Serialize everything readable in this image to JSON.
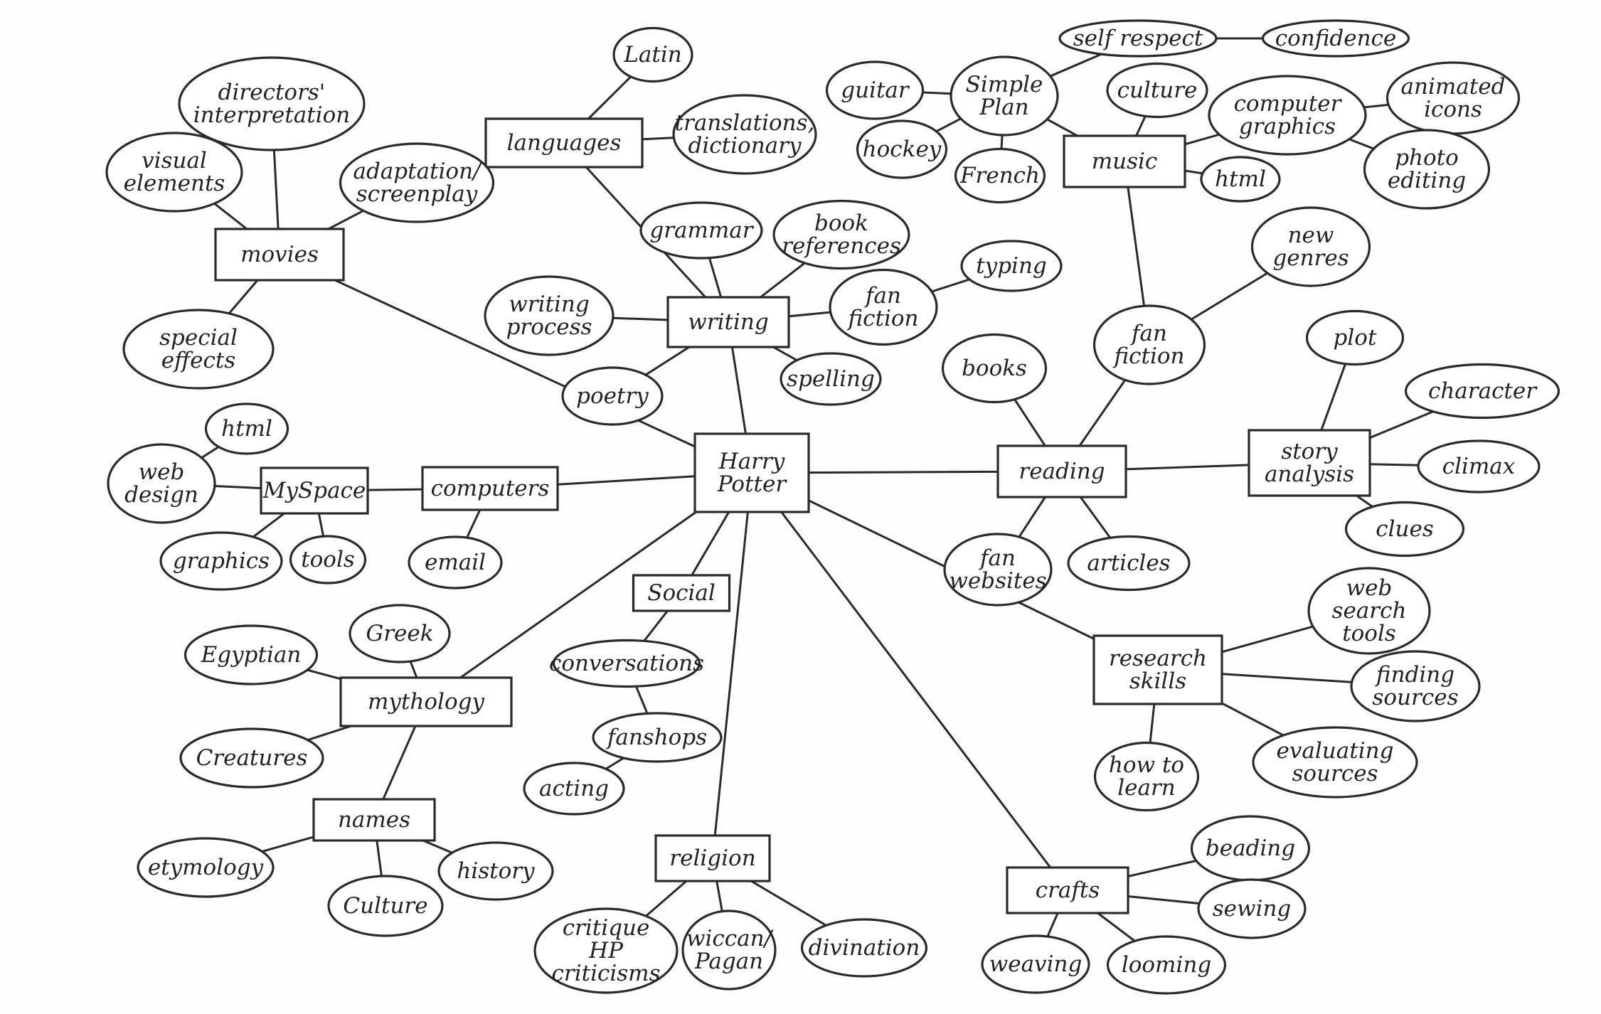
{
  "nodes": [
    {
      "id": "harry",
      "kind": "box",
      "lines": [
        "Harry",
        "Potter"
      ]
    },
    {
      "id": "movies",
      "kind": "box",
      "lines": [
        "movies"
      ]
    },
    {
      "id": "languages",
      "kind": "box",
      "lines": [
        "languages"
      ]
    },
    {
      "id": "writing",
      "kind": "box",
      "lines": [
        "writing"
      ]
    },
    {
      "id": "myspace",
      "kind": "box",
      "lines": [
        "MySpace"
      ]
    },
    {
      "id": "computers",
      "kind": "box",
      "lines": [
        "computers"
      ]
    },
    {
      "id": "social",
      "kind": "box",
      "lines": [
        "Social"
      ]
    },
    {
      "id": "mythology",
      "kind": "box",
      "lines": [
        "mythology"
      ]
    },
    {
      "id": "names",
      "kind": "box",
      "lines": [
        "names"
      ]
    },
    {
      "id": "religion",
      "kind": "box",
      "lines": [
        "religion"
      ]
    },
    {
      "id": "music",
      "kind": "box",
      "lines": [
        "music"
      ]
    },
    {
      "id": "reading",
      "kind": "box",
      "lines": [
        "reading"
      ]
    },
    {
      "id": "story",
      "kind": "box",
      "lines": [
        "story",
        "analysis"
      ]
    },
    {
      "id": "research",
      "kind": "box",
      "lines": [
        "research",
        "skills"
      ]
    },
    {
      "id": "crafts",
      "kind": "box",
      "lines": [
        "crafts"
      ]
    },
    {
      "id": "directors",
      "kind": "oval",
      "lines": [
        "directors'",
        "interpretation"
      ]
    },
    {
      "id": "visual",
      "kind": "oval",
      "lines": [
        "visual",
        "elements"
      ]
    },
    {
      "id": "adaptation",
      "kind": "oval",
      "lines": [
        "adaptation/",
        "screenplay"
      ]
    },
    {
      "id": "special",
      "kind": "oval",
      "lines": [
        "special",
        "effects"
      ]
    },
    {
      "id": "latin",
      "kind": "oval",
      "lines": [
        "Latin"
      ]
    },
    {
      "id": "translations",
      "kind": "oval",
      "lines": [
        "translations,",
        "dictionary"
      ]
    },
    {
      "id": "grammar",
      "kind": "oval",
      "lines": [
        "grammar"
      ]
    },
    {
      "id": "bookref",
      "kind": "oval",
      "lines": [
        "book",
        "references"
      ]
    },
    {
      "id": "typing",
      "kind": "oval",
      "lines": [
        "typing"
      ]
    },
    {
      "id": "fanfiction1",
      "kind": "oval",
      "lines": [
        "fan",
        "fiction"
      ]
    },
    {
      "id": "writingproc",
      "kind": "oval",
      "lines": [
        "writing",
        "process"
      ]
    },
    {
      "id": "poetry",
      "kind": "oval",
      "lines": [
        "poetry"
      ]
    },
    {
      "id": "spelling",
      "kind": "oval",
      "lines": [
        "spelling"
      ]
    },
    {
      "id": "html1",
      "kind": "oval",
      "lines": [
        "html"
      ]
    },
    {
      "id": "webdesign",
      "kind": "oval",
      "lines": [
        "web",
        "design"
      ]
    },
    {
      "id": "graphics",
      "kind": "oval",
      "lines": [
        "graphics"
      ]
    },
    {
      "id": "tools",
      "kind": "oval",
      "lines": [
        "tools"
      ]
    },
    {
      "id": "email",
      "kind": "oval",
      "lines": [
        "email"
      ]
    },
    {
      "id": "conversations",
      "kind": "oval",
      "lines": [
        "conversations"
      ]
    },
    {
      "id": "fanshops",
      "kind": "oval",
      "lines": [
        "fanshops"
      ]
    },
    {
      "id": "acting",
      "kind": "oval",
      "lines": [
        "acting"
      ]
    },
    {
      "id": "egyptian",
      "kind": "oval",
      "lines": [
        "Egyptian"
      ]
    },
    {
      "id": "greek",
      "kind": "oval",
      "lines": [
        "Greek"
      ]
    },
    {
      "id": "creatures",
      "kind": "oval",
      "lines": [
        "Creatures"
      ]
    },
    {
      "id": "etymology",
      "kind": "oval",
      "lines": [
        "etymology"
      ]
    },
    {
      "id": "culture1",
      "kind": "oval",
      "lines": [
        "Culture"
      ]
    },
    {
      "id": "history",
      "kind": "oval",
      "lines": [
        "history"
      ]
    },
    {
      "id": "critique",
      "kind": "oval",
      "lines": [
        "critique",
        "HP",
        "criticisms"
      ]
    },
    {
      "id": "wiccan",
      "kind": "oval",
      "lines": [
        "wiccan/",
        "Pagan"
      ]
    },
    {
      "id": "divination",
      "kind": "oval",
      "lines": [
        "divination"
      ]
    },
    {
      "id": "selfrespect",
      "kind": "oval",
      "lines": [
        "self respect"
      ]
    },
    {
      "id": "confidence",
      "kind": "oval",
      "lines": [
        "confidence"
      ]
    },
    {
      "id": "guitar",
      "kind": "oval",
      "lines": [
        "guitar"
      ]
    },
    {
      "id": "simpleplan",
      "kind": "oval",
      "lines": [
        "Simple",
        "Plan"
      ]
    },
    {
      "id": "hockey",
      "kind": "oval",
      "lines": [
        "hockey"
      ]
    },
    {
      "id": "french",
      "kind": "oval",
      "lines": [
        "French"
      ]
    },
    {
      "id": "culture2",
      "kind": "oval",
      "lines": [
        "culture"
      ]
    },
    {
      "id": "compgraphics",
      "kind": "oval",
      "lines": [
        "computer",
        "graphics"
      ]
    },
    {
      "id": "animated",
      "kind": "oval",
      "lines": [
        "animated",
        "icons"
      ]
    },
    {
      "id": "photo",
      "kind": "oval",
      "lines": [
        "photo",
        "editing"
      ]
    },
    {
      "id": "html2",
      "kind": "oval",
      "lines": [
        "html"
      ]
    },
    {
      "id": "newgenres",
      "kind": "oval",
      "lines": [
        "new",
        "genres"
      ]
    },
    {
      "id": "fanfiction2",
      "kind": "oval",
      "lines": [
        "fan",
        "fiction"
      ]
    },
    {
      "id": "books",
      "kind": "oval",
      "lines": [
        "books"
      ]
    },
    {
      "id": "fanwebsites",
      "kind": "oval",
      "lines": [
        "fan",
        "websites"
      ]
    },
    {
      "id": "articles",
      "kind": "oval",
      "lines": [
        "articles"
      ]
    },
    {
      "id": "plot",
      "kind": "oval",
      "lines": [
        "plot"
      ]
    },
    {
      "id": "character",
      "kind": "oval",
      "lines": [
        "character"
      ]
    },
    {
      "id": "climax",
      "kind": "oval",
      "lines": [
        "climax"
      ]
    },
    {
      "id": "clues",
      "kind": "oval",
      "lines": [
        "clues"
      ]
    },
    {
      "id": "websearch",
      "kind": "oval",
      "lines": [
        "web",
        "search",
        "tools"
      ]
    },
    {
      "id": "finding",
      "kind": "oval",
      "lines": [
        "finding",
        "sources"
      ]
    },
    {
      "id": "evaluating",
      "kind": "oval",
      "lines": [
        "evaluating",
        "sources"
      ]
    },
    {
      "id": "howto",
      "kind": "oval",
      "lines": [
        "how to",
        "learn"
      ]
    },
    {
      "id": "beading",
      "kind": "oval",
      "lines": [
        "beading"
      ]
    },
    {
      "id": "sewing",
      "kind": "oval",
      "lines": [
        "sewing"
      ]
    },
    {
      "id": "weaving",
      "kind": "oval",
      "lines": [
        "weaving"
      ]
    },
    {
      "id": "looming",
      "kind": "oval",
      "lines": [
        "looming"
      ]
    }
  ],
  "edges": [
    [
      "harry",
      "movies"
    ],
    [
      "harry",
      "writing"
    ],
    [
      "harry",
      "computers"
    ],
    [
      "harry",
      "social"
    ],
    [
      "harry",
      "mythology"
    ],
    [
      "harry",
      "religion"
    ],
    [
      "harry",
      "reading"
    ],
    [
      "harry",
      "research"
    ],
    [
      "harry",
      "crafts"
    ],
    [
      "movies",
      "directors"
    ],
    [
      "movies",
      "visual"
    ],
    [
      "movies",
      "adaptation"
    ],
    [
      "movies",
      "special"
    ],
    [
      "adaptation",
      "languages"
    ],
    [
      "languages",
      "latin"
    ],
    [
      "languages",
      "translations"
    ],
    [
      "languages",
      "writing"
    ],
    [
      "writing",
      "grammar"
    ],
    [
      "writing",
      "bookref"
    ],
    [
      "writing",
      "fanfiction1"
    ],
    [
      "fanfiction1",
      "typing"
    ],
    [
      "writing",
      "writingproc"
    ],
    [
      "writing",
      "poetry"
    ],
    [
      "writing",
      "spelling"
    ],
    [
      "computers",
      "myspace"
    ],
    [
      "computers",
      "email"
    ],
    [
      "myspace",
      "webdesign"
    ],
    [
      "webdesign",
      "html1"
    ],
    [
      "myspace",
      "graphics"
    ],
    [
      "myspace",
      "tools"
    ],
    [
      "social",
      "conversations"
    ],
    [
      "conversations",
      "fanshops"
    ],
    [
      "fanshops",
      "acting"
    ],
    [
      "mythology",
      "egyptian"
    ],
    [
      "mythology",
      "greek"
    ],
    [
      "mythology",
      "creatures"
    ],
    [
      "mythology",
      "names"
    ],
    [
      "names",
      "etymology"
    ],
    [
      "names",
      "culture1"
    ],
    [
      "names",
      "history"
    ],
    [
      "religion",
      "critique"
    ],
    [
      "religion",
      "wiccan"
    ],
    [
      "religion",
      "divination"
    ],
    [
      "reading",
      "books"
    ],
    [
      "reading",
      "fanwebsites"
    ],
    [
      "reading",
      "articles"
    ],
    [
      "reading",
      "fanfiction2"
    ],
    [
      "reading",
      "story"
    ],
    [
      "fanfiction2",
      "newgenres"
    ],
    [
      "fanfiction2",
      "music"
    ],
    [
      "music",
      "simpleplan"
    ],
    [
      "music",
      "culture2"
    ],
    [
      "music",
      "compgraphics"
    ],
    [
      "music",
      "html2"
    ],
    [
      "simpleplan",
      "guitar"
    ],
    [
      "simpleplan",
      "hockey"
    ],
    [
      "simpleplan",
      "french"
    ],
    [
      "simpleplan",
      "selfrespect"
    ],
    [
      "selfrespect",
      "confidence"
    ],
    [
      "compgraphics",
      "animated"
    ],
    [
      "compgraphics",
      "photo"
    ],
    [
      "story",
      "plot"
    ],
    [
      "story",
      "character"
    ],
    [
      "story",
      "climax"
    ],
    [
      "story",
      "clues"
    ],
    [
      "research",
      "websearch"
    ],
    [
      "research",
      "finding"
    ],
    [
      "research",
      "evaluating"
    ],
    [
      "research",
      "howto"
    ],
    [
      "crafts",
      "beading"
    ],
    [
      "crafts",
      "sewing"
    ],
    [
      "crafts",
      "weaving"
    ],
    [
      "crafts",
      "looming"
    ]
  ]
}
